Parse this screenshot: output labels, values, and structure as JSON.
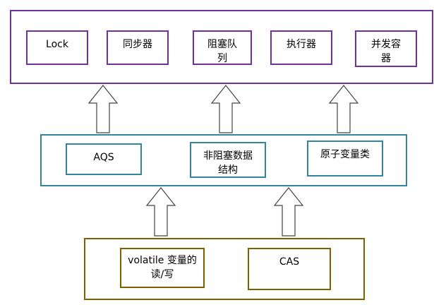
{
  "top_layer": {
    "items": [
      "Lock",
      "同步器",
      "阻塞队列",
      "执行器",
      "并发容器"
    ]
  },
  "middle_layer": {
    "items": [
      "AQS",
      "非阻塞数据结构",
      "原子变量类"
    ]
  },
  "bottom_layer": {
    "items": [
      "volatile 变量的读/写",
      "CAS"
    ]
  },
  "colors": {
    "top": "#7030a0",
    "middle": "#31859c",
    "bottom": "#7f6000"
  }
}
